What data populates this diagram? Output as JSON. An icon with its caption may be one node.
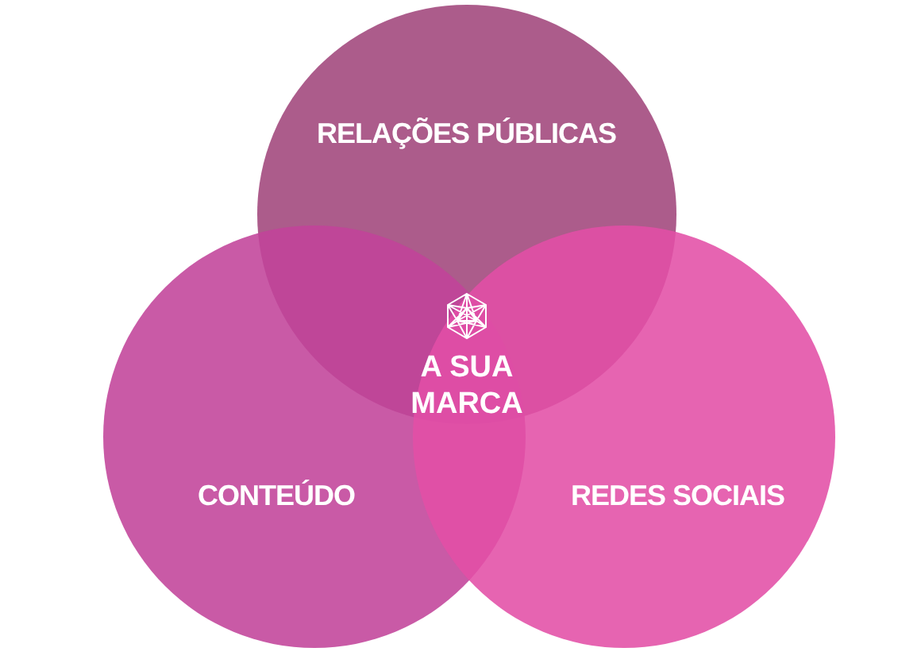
{
  "diagram": {
    "nodes": [
      {
        "text": [
          "RELAÇÕES PÚBLICAS"
        ]
      },
      {
        "text": [
          "CONTEÚDO"
        ]
      },
      {
        "text": [
          "REDES SOCIAIS"
        ]
      }
    ],
    "edges": [],
    "labels": [
      "A SUA MARCA"
    ]
  }
}
